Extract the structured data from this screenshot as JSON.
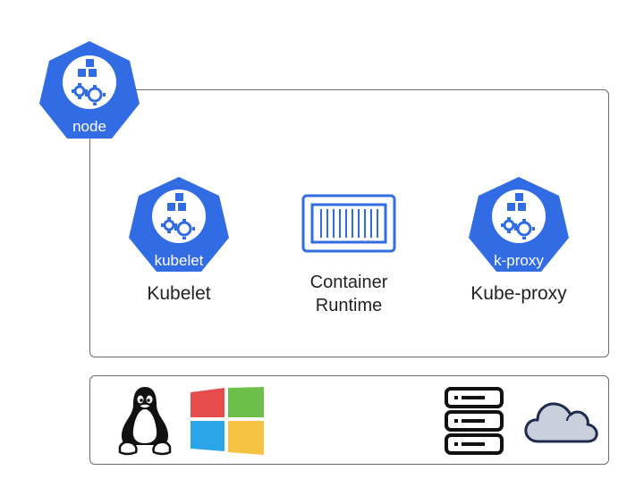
{
  "colors": {
    "k8s_blue": "#326ce5",
    "border": "#6b6b6b",
    "text": "#222222"
  },
  "node": {
    "badge_label": "node",
    "icon": "k8s-node-icon"
  },
  "components": [
    {
      "badge_label": "kubelet",
      "caption": "Kubelet",
      "icon": "k8s-kubelet-icon"
    },
    {
      "caption_line1": "Container",
      "caption_line2": "Runtime",
      "icon": "container-icon"
    },
    {
      "badge_label": "k-proxy",
      "caption": "Kube-proxy",
      "icon": "k8s-proxy-icon"
    }
  ],
  "platforms": [
    {
      "icon": "linux-tux-icon"
    },
    {
      "icon": "windows-logo-icon"
    },
    {
      "icon": "server-rack-icon"
    },
    {
      "icon": "cloud-icon"
    }
  ]
}
